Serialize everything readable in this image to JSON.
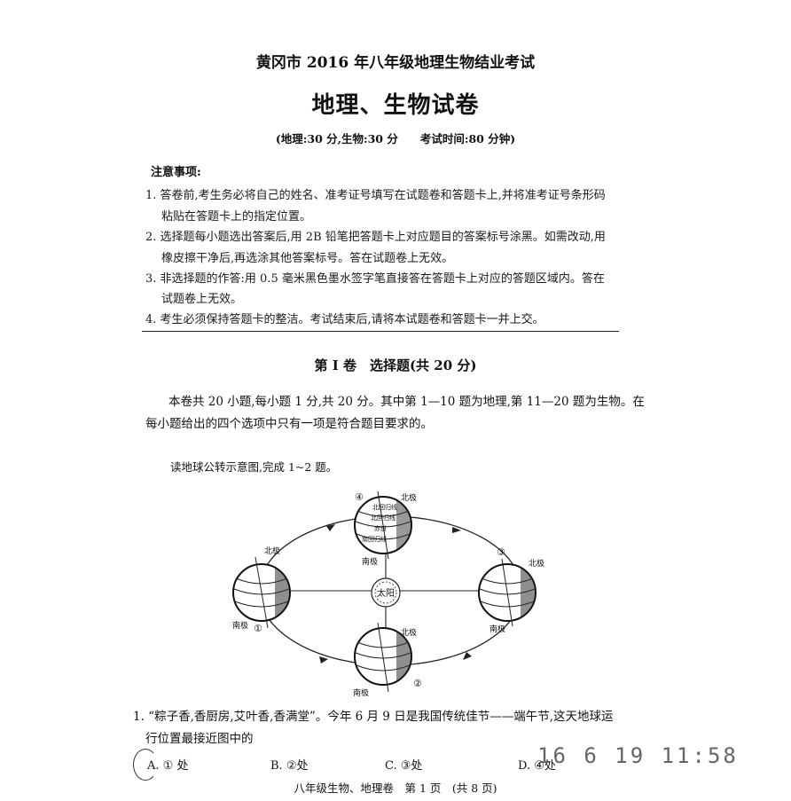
{
  "header": {
    "title": "黄冈市 2016 年八年级地理生物结业考试",
    "subtitle": "地理、生物试卷",
    "info": "(地理:30 分,生物:30 分　　考试时间:80 分钟)"
  },
  "notice": {
    "heading": "注意事项:",
    "items": [
      "1. 答卷前,考生务必将自己的姓名、准考证号填写在试题卷和答题卡上,并将准考证号条形码",
      "粘贴在答题卡上的指定位置。",
      "2. 选择题每小题选出答案后,用 2B 铅笔把答题卡上对应题目的答案标号涂黑。如需改动,用",
      "橡皮擦干净后,再选涂其他答案标号。答在试题卷上无效。",
      "3. 非选择题的作答:用 0.5 毫米黑色墨水签字笔直接答在答题卡上对应的答题区域内。答在",
      "试题卷上无效。",
      "4. 考生必须保持答题卡的整洁。考试结束后,请将本试题卷和答题卡一并上交。"
    ]
  },
  "section": {
    "heading": "第 Ⅰ 卷　选择题(共 20 分)",
    "intro_line1": "本卷共 20 小题,每小题 1 分,共 20 分。其中第 1—10 题为地理,第 11—20 题为生物。在",
    "intro_line2": "每小题给出的四个选项中只有一项是符合题目要求的。"
  },
  "reading_prompt": "读地球公转示意图,完成 1~2 题。",
  "diagram": {
    "sun": "太阳",
    "north_pole": "北极",
    "south_pole": "南极",
    "positions": [
      "①",
      "②",
      "③",
      "④"
    ],
    "lat_labels": [
      "北回归线",
      "北回归线",
      "赤道",
      "南回归线"
    ]
  },
  "question1": {
    "line1": "1. “粽子香,香厨房,艾叶香,香满堂”。今年 6 月 9 日是我国传统佳节——端午节,这天地球运",
    "line2": "行位置最接近图中的",
    "options": [
      "A. ① 处",
      "B. ②处",
      "C. ③处",
      "D. ④处"
    ]
  },
  "stamp": "16 6 19 11:58",
  "footer": "八年级生物、地理卷　第 1 页　(共 8 页)"
}
